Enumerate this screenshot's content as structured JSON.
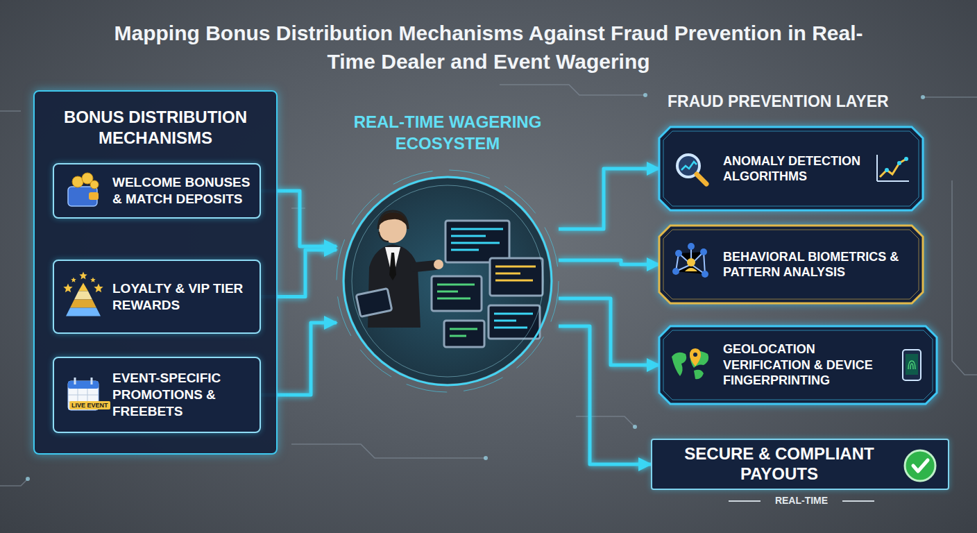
{
  "diagram": {
    "title": "Mapping Bonus Distribution Mechanisms Against Fraud Prevention in Real-Time Dealer and Event Wagering",
    "nodes": [
      {
        "text": [
          "BONUS DISTRIBUTION MECHANISMS"
        ]
      },
      {
        "text": [
          "WELCOME BONUSES & MATCH DEPOSITS"
        ],
        "in": 0
      },
      {
        "text": [
          "LOYALTY & VIP TIER REWARDS"
        ],
        "in": 0
      },
      {
        "text": [
          "EVENT-SPECIFIC PROMOTIONS & FREEBETS"
        ],
        "in": 0
      },
      {
        "text": [
          "REAL-TIME WAGERING ECOSYSTEM"
        ]
      },
      {
        "text": [
          "ANOMALY DETECTION ALGORITHMS"
        ]
      },
      {
        "text": [
          "BEHAVIORAL BIOMETRICS & PATTERN ANALYSIS"
        ]
      },
      {
        "text": [
          "GEOLOCATION VERIFICATION & DEVICE FINGERPRINTING"
        ]
      },
      {
        "text": [
          "SECURE & COMPLIANT PAYOUTS"
        ]
      }
    ],
    "edges": [
      {
        "from": 1,
        "to": 4,
        "arrow": "to"
      },
      {
        "from": 2,
        "to": 4,
        "arrow": "to"
      },
      {
        "from": 3,
        "to": 4,
        "arrow": "to"
      },
      {
        "from": 4,
        "to": 5,
        "arrow": "to"
      },
      {
        "from": 4,
        "to": 6,
        "arrow": "to"
      },
      {
        "from": 4,
        "to": 7,
        "arrow": "to"
      },
      {
        "from": 4,
        "to": 8,
        "arrow": "to"
      }
    ],
    "labels": [
      "FRAUD PREVENTION LAYER",
      "LIVE EVENT",
      "REAL-TIME"
    ]
  }
}
